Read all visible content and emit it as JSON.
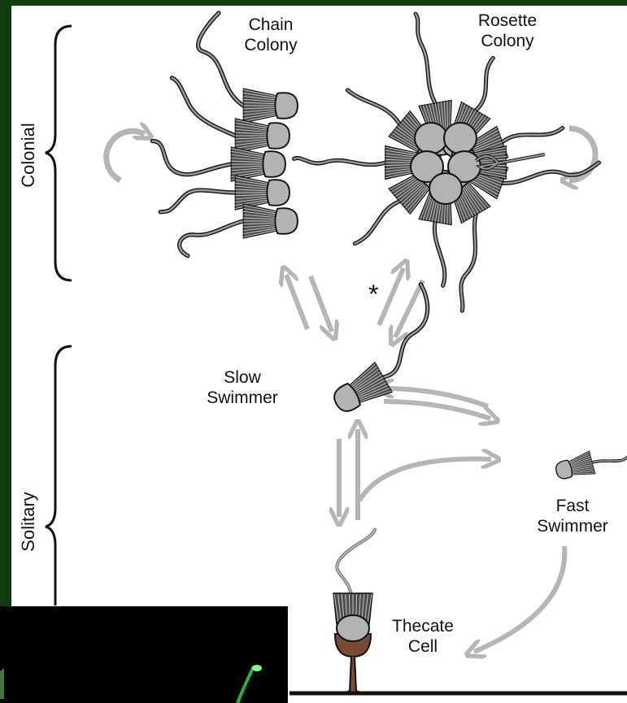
{
  "groups": {
    "colonial": "Colonial",
    "solitary": "Solitary"
  },
  "labels": {
    "chain_colony": [
      "Chain",
      "Colony"
    ],
    "rosette_colony": [
      "Rosette",
      "Colony"
    ],
    "slow_swimmer": [
      "Slow",
      "Swimmer"
    ],
    "fast_swimmer": [
      "Fast",
      "Swimmer"
    ],
    "thecate_cell": [
      "Thecate",
      "Cell"
    ]
  },
  "marker": "*",
  "colors": {
    "background": "#0f3d0f",
    "panel": "#ffffff",
    "cell": "#b3b3b3",
    "collar": "#4d4d4d",
    "flagellum": "#6a6a6a",
    "arrow": "#b5b5b5",
    "theca": "#7a4a33",
    "inset_glow": "#2fd04a"
  }
}
